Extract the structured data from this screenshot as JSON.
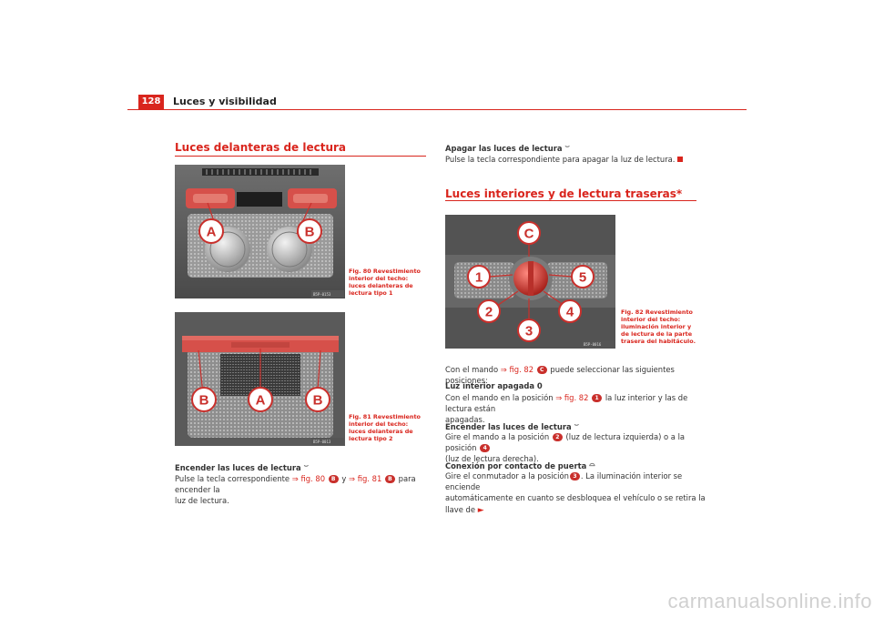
{
  "header": {
    "page_number": "128",
    "title": "Luces y visibilidad"
  },
  "left": {
    "section_title": "Luces delanteras de lectura",
    "fig80": {
      "code": "B5P-0153",
      "labels": [
        "A",
        "B"
      ],
      "caption": "Fig. 80   Revestimiento interior del techo: luces delanteras de lectura tipo 1"
    },
    "fig81": {
      "code": "B5P-0013",
      "labels": [
        "B",
        "A",
        "B"
      ],
      "caption": "Fig. 81   Revestimiento interior del techo: luces delanteras de lectura tipo 2"
    },
    "heading_on": "Encender las luces de lectura",
    "body_on_1": "Pulse la tecla correspondiente",
    "ref_fig80": "⇒ fig. 80",
    "badge_b": "B",
    "and": "y",
    "ref_fig81": "⇒ fig. 81",
    "body_on_2": "para encender la",
    "body_on_3": "luz de lectura."
  },
  "right": {
    "heading_off": "Apagar las luces de lectura",
    "body_off": "Pulse la tecla correspondiente para apagar la luz de lectura.",
    "section_title": "Luces interiores y de lectura traseras*",
    "fig82": {
      "code": "B5P-0016",
      "labels": [
        "C",
        "1",
        "5",
        "2",
        "4",
        "3"
      ],
      "caption": "Fig. 82   Revestimiento interior del techo: iluminación interior y de lectura de la parte trasera del habitáculo."
    },
    "intro_1": "Con el mando",
    "ref_fig82": "⇒ fig. 82",
    "badge_c": "C",
    "intro_2": "puede seleccionar las siguientes posiciones:",
    "h_apagada": "Luz interior apagada 0",
    "p_apagada_1": "Con el mando en la posición",
    "badge_1": "1",
    "p_apagada_2": "la luz interior y las de lectura están",
    "p_apagada_3": "apagadas.",
    "h_encender": "Encender las luces de lectura",
    "p_enc_1": "Gire el mando a la posición",
    "badge_2": "2",
    "p_enc_2": "(luz de lectura izquierda) o a la posición",
    "badge_4": "4",
    "p_enc_3": "(luz de lectura derecha).",
    "h_puerta": "Conexión por contacto de puerta",
    "p_puerta_1": "Gire el conmutador a la posición",
    "badge_3": "3",
    "p_puerta_2": ". La iluminación interior se enciende",
    "p_puerta_3": "automáticamente en cuanto se desbloquea el vehículo o se retira la llave de"
  },
  "watermark": "carmanualsonline.info"
}
